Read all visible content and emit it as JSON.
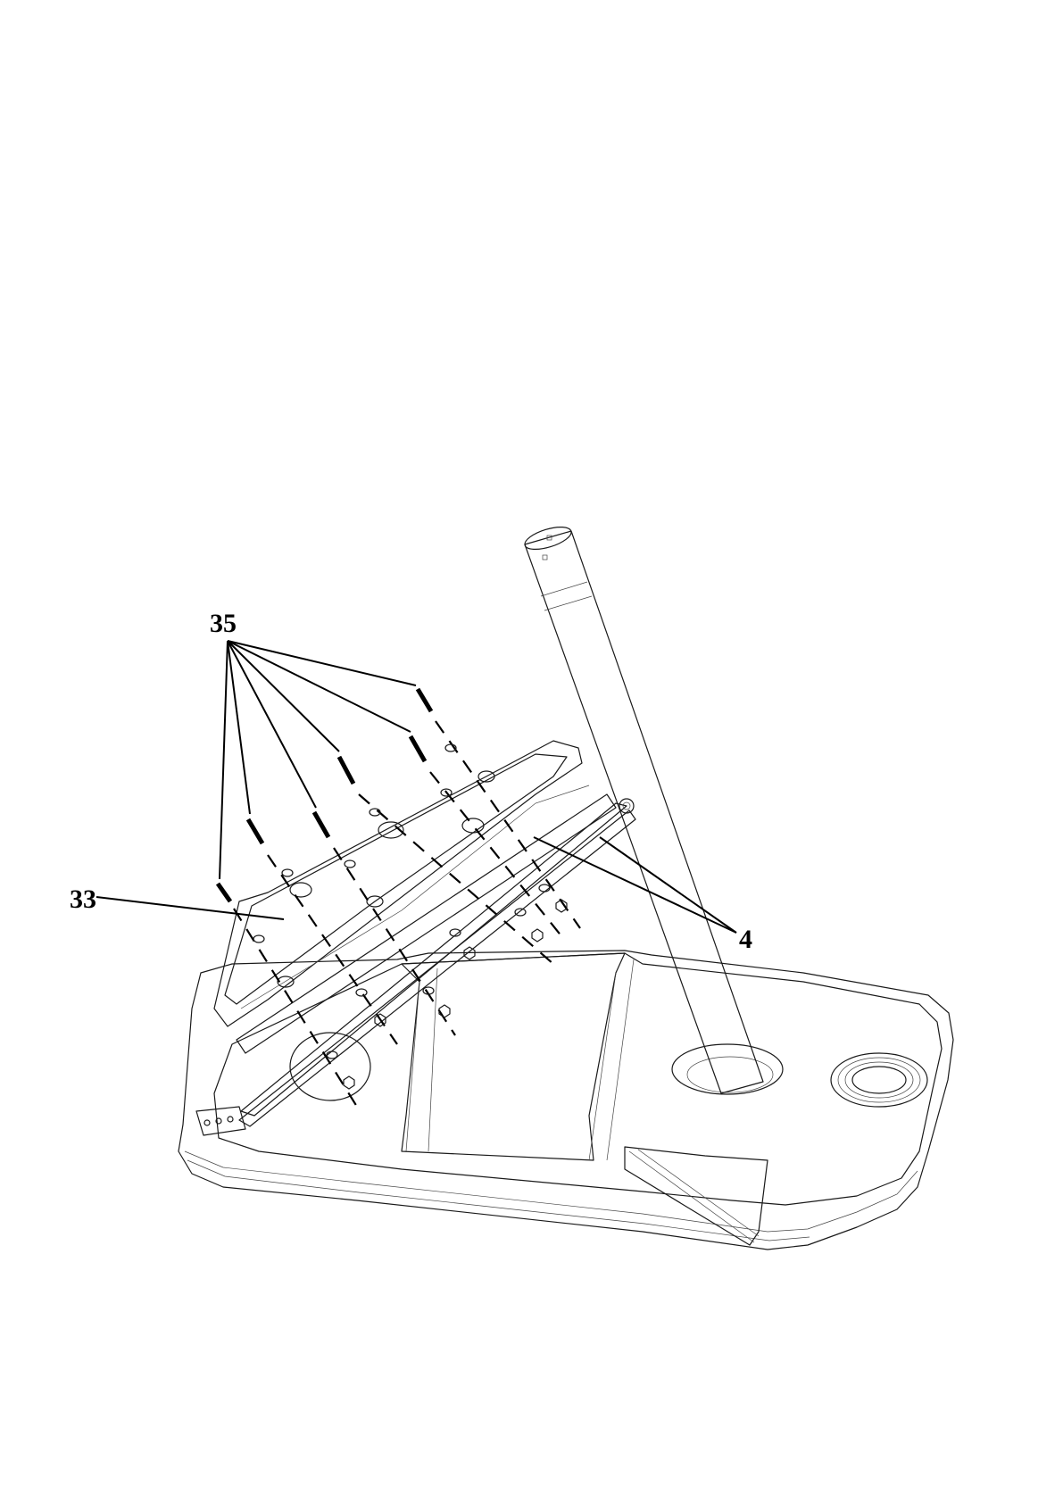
{
  "callouts": {
    "fasteners": "35",
    "cover_plate": "33",
    "arms": "4"
  },
  "colors": {
    "line": "#1a1a1a",
    "background": "#ffffff"
  }
}
